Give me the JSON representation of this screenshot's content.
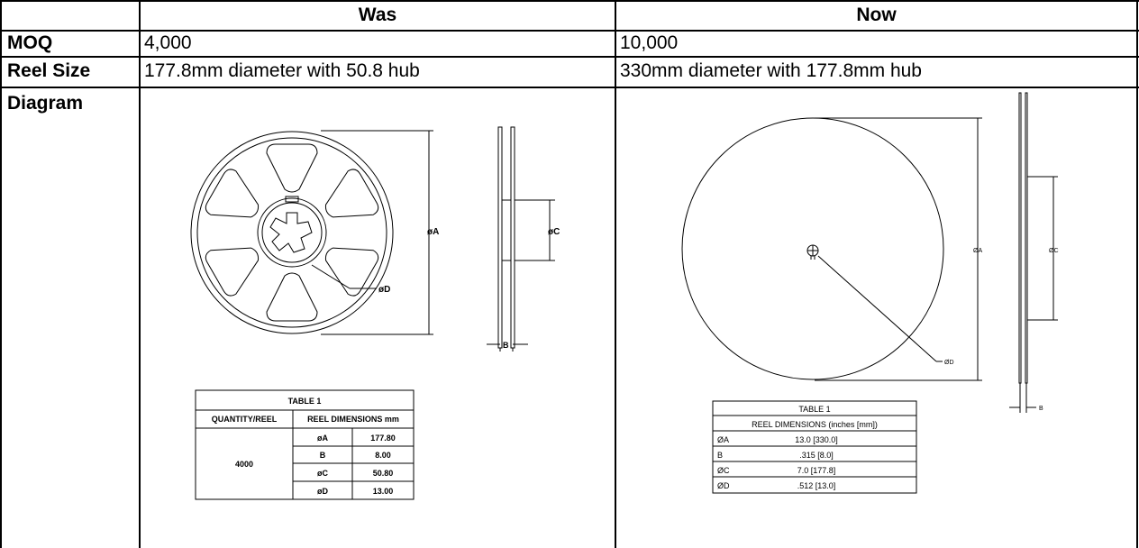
{
  "table": {
    "headers": {
      "row_label": "",
      "was": "Was",
      "now": "Now"
    },
    "rows": [
      {
        "label": "MOQ",
        "was": "4,000",
        "now": "10,000"
      },
      {
        "label": "Reel Size",
        "was": "177.8mm diameter with 50.8 hub",
        "now": "330mm diameter with 177.8mm hub"
      },
      {
        "label": "Diagram",
        "was": "",
        "now": ""
      }
    ]
  },
  "was_diagram": {
    "labels": {
      "a": "øA",
      "c": "øC",
      "d": "øD",
      "b": "B"
    },
    "table": {
      "title": "TABLE 1",
      "col1_header": "QUANTITY/REEL",
      "col2_header": "REEL DIMENSIONS mm",
      "quantity": "4000",
      "rows": [
        {
          "dim": "øA",
          "value": "177.80"
        },
        {
          "dim": "B",
          "value": "8.00"
        },
        {
          "dim": "øC",
          "value": "50.80"
        },
        {
          "dim": "øD",
          "value": "13.00"
        }
      ]
    }
  },
  "now_diagram": {
    "labels": {
      "a": "ØA",
      "c": "ØC",
      "d": "ØD",
      "b": "B"
    },
    "table": {
      "title": "TABLE 1",
      "subtitle": "REEL DIMENSIONS (inches [mm])",
      "rows": [
        {
          "dim": "ØA",
          "value": "13.0 [330.0]"
        },
        {
          "dim": "B",
          "value": ".315 [8.0]"
        },
        {
          "dim": "ØC",
          "value": "7.0 [177.8]"
        },
        {
          "dim": "ØD",
          "value": ".512 [13.0]"
        }
      ]
    }
  }
}
